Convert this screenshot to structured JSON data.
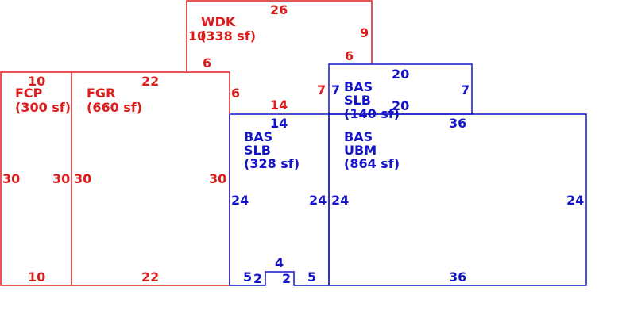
{
  "colors": {
    "garage": "#dd1c1c",
    "living": "#1414c8"
  },
  "areas": {
    "wdk": {
      "code": "WDK",
      "size": "(338 sf)"
    },
    "fcp": {
      "code": "FCP",
      "size": "(300 sf)"
    },
    "fgr": {
      "code": "FGR",
      "size": "(660 sf)"
    },
    "bas_slb_small": {
      "code1": "BAS",
      "code2": "SLB",
      "size": "(140 sf)"
    },
    "bas_slb": {
      "code1": "BAS",
      "code2": "SLB",
      "size": "(328 sf)"
    },
    "bas_ubm": {
      "code1": "BAS",
      "code2": "UBM",
      "size": "(864 sf)"
    }
  },
  "dims": {
    "wdk_top": "26",
    "wdk_left": "10",
    "wdk_right": "9",
    "wdk_bottom_left": "6",
    "wdk_bottom_right": "6",
    "fcp_top": "10",
    "fcp_left": "30",
    "fcp_right": "30",
    "fcp_bottom": "10",
    "fgr_top": "22",
    "fgr_left": "30",
    "fgr_right": "30",
    "fgr_bottom": "22",
    "step_6": "6",
    "step_7": "7",
    "top_14": "14",
    "slb_top": "14",
    "slb_left": "24",
    "slb_right": "24",
    "notch_left": "5",
    "notch_l2": "2",
    "notch_top": "4",
    "notch_r2": "2",
    "notch_right": "5",
    "small_top": "20",
    "small_left": "7",
    "small_right": "7",
    "small_bottom": "20",
    "ubm_top": "36",
    "ubm_left": "24",
    "ubm_right": "24",
    "ubm_bottom": "36"
  }
}
